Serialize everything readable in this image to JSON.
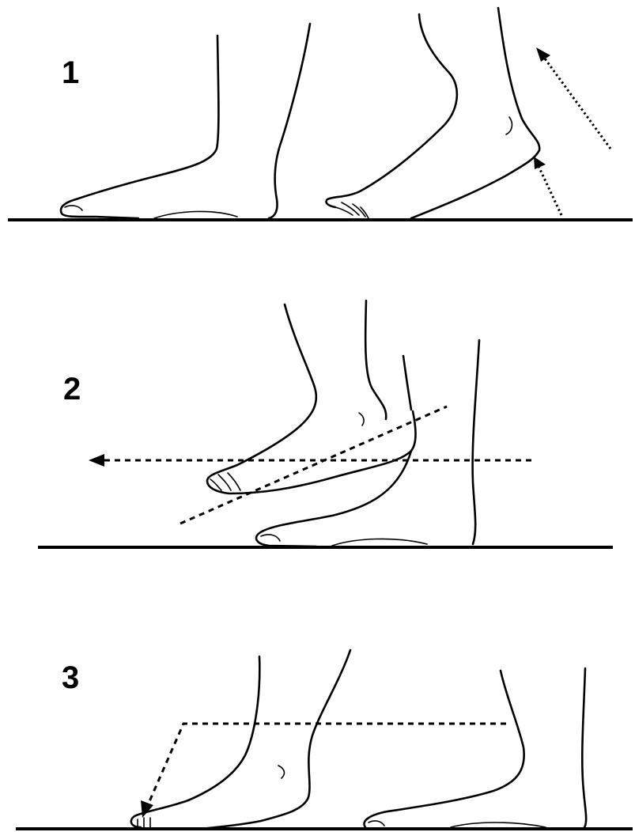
{
  "diagram": {
    "steps": [
      {
        "label": "1"
      },
      {
        "label": "2"
      },
      {
        "label": "3"
      }
    ]
  }
}
